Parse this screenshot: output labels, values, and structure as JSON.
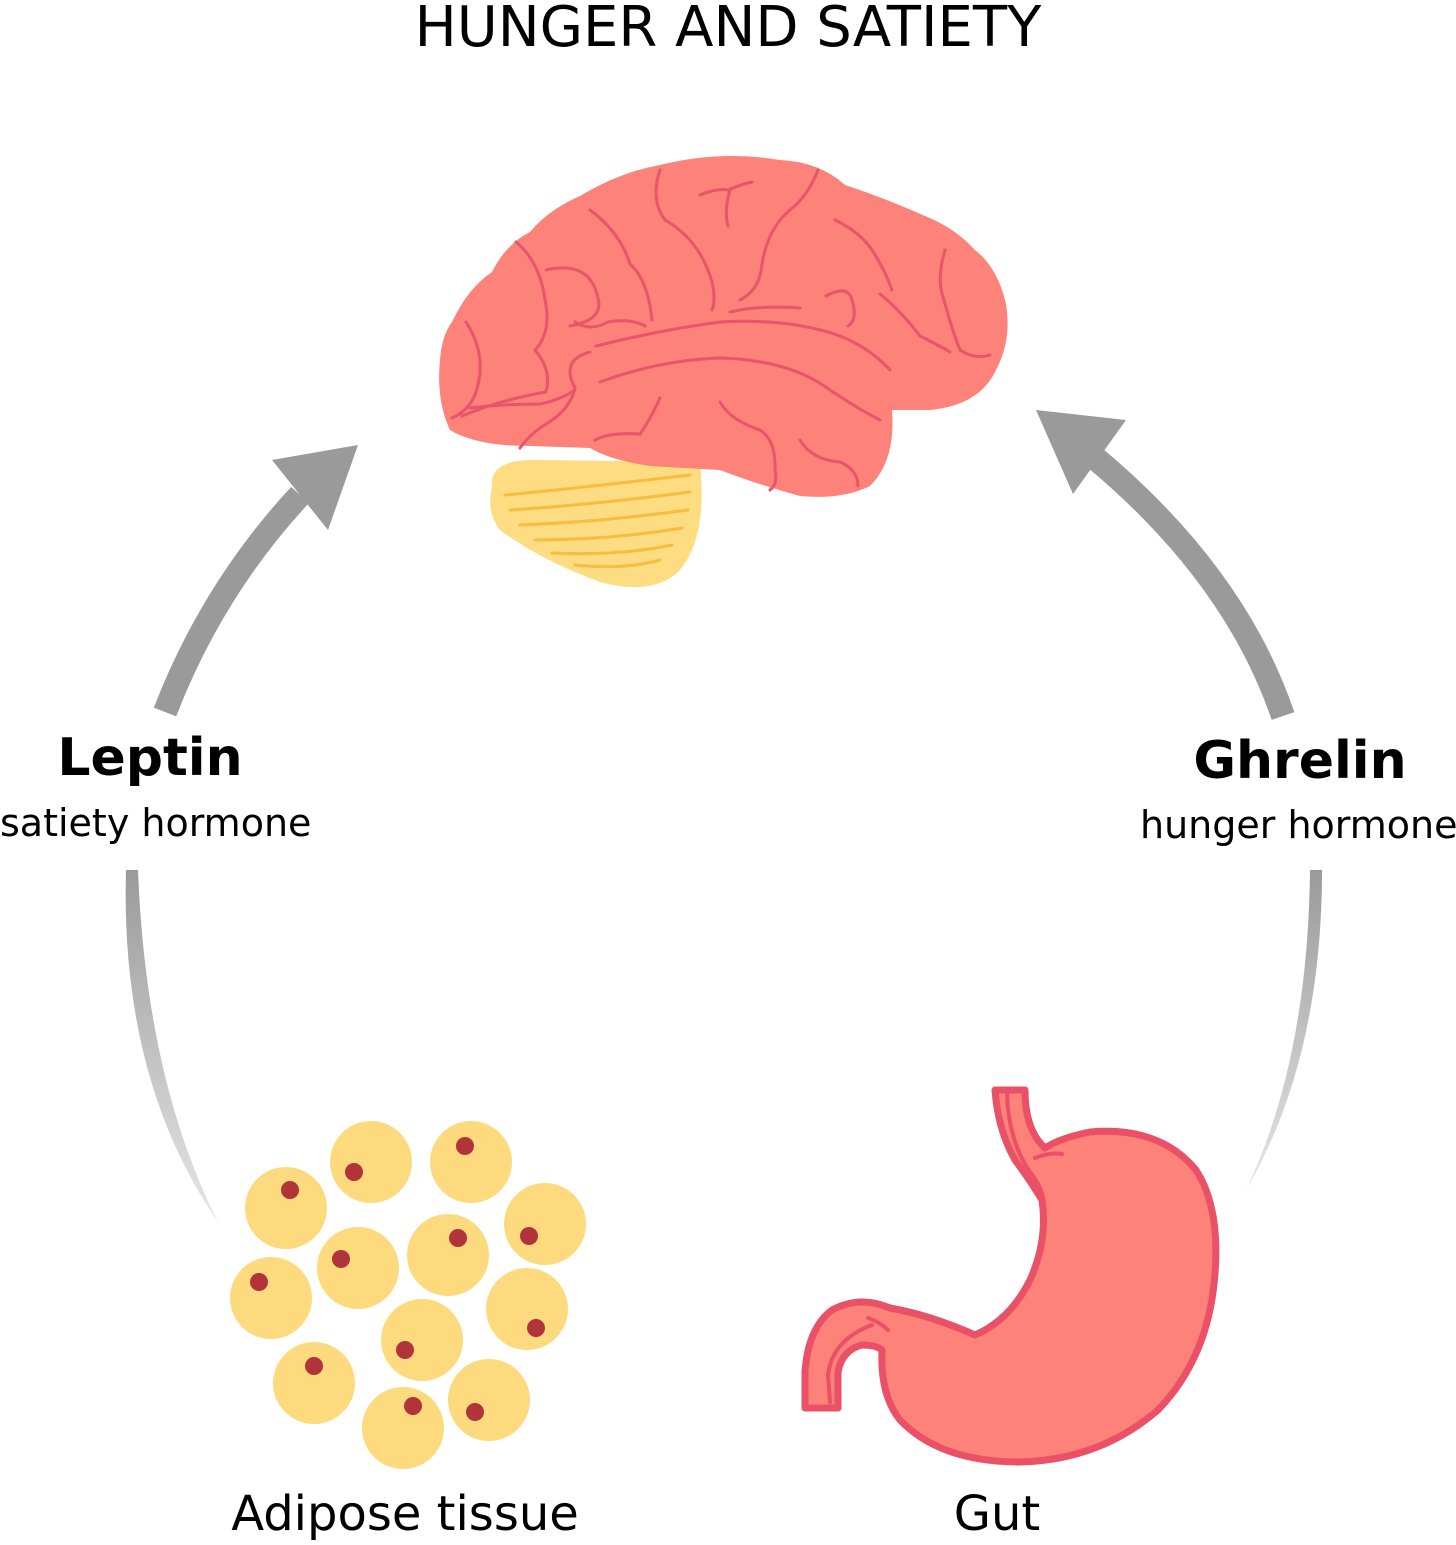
{
  "title": "HUNGER AND SATIETY",
  "organs": {
    "brain": {
      "icon": "brain-icon"
    },
    "adipose": {
      "label": "Adipose tissue",
      "icon": "fat-cells-icon"
    },
    "gut": {
      "label": "Gut",
      "icon": "stomach-icon"
    }
  },
  "hormones": {
    "leptin": {
      "name": "Leptin",
      "description": "satiety hormone"
    },
    "ghrelin": {
      "name": "Ghrelin",
      "description": "hunger hormone"
    }
  },
  "colors": {
    "brain": "#fd8279",
    "brain_fold": "#e8556a",
    "cerebellum": "#fddc82",
    "cerebellum_fold": "#f6bd3e",
    "fat_cell": "#fdda7e",
    "fat_nucleus": "#b1343a",
    "stomach": "#fd8279",
    "stomach_outline": "#ea5066",
    "arrow": "#9a9a9a",
    "text": "#000000"
  }
}
